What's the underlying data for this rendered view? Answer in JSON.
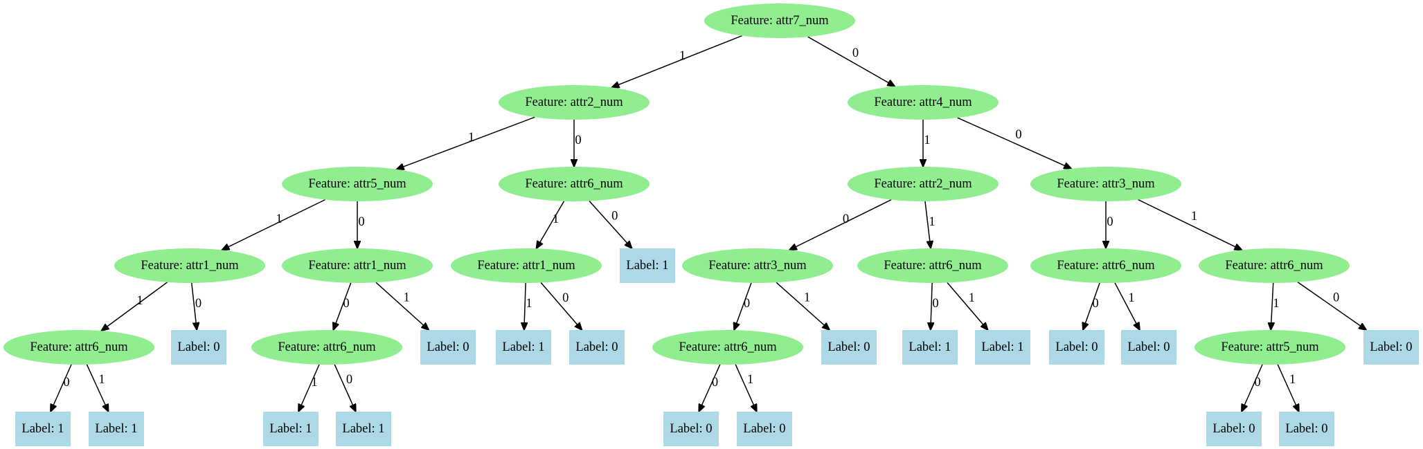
{
  "diagram": {
    "type": "decision-tree",
    "colors": {
      "feature_node": "#90ee90",
      "leaf_node": "#add8e6",
      "edge": "#000000"
    },
    "nodes": [
      {
        "id": "n0",
        "kind": "feature",
        "text": "Feature: attr7_num"
      },
      {
        "id": "n1",
        "kind": "feature",
        "text": "Feature: attr2_num"
      },
      {
        "id": "n2",
        "kind": "feature",
        "text": "Feature: attr4_num"
      },
      {
        "id": "n3",
        "kind": "feature",
        "text": "Feature: attr5_num"
      },
      {
        "id": "n4",
        "kind": "feature",
        "text": "Feature: attr6_num"
      },
      {
        "id": "n5",
        "kind": "feature",
        "text": "Feature: attr2_num"
      },
      {
        "id": "n6",
        "kind": "feature",
        "text": "Feature: attr3_num"
      },
      {
        "id": "n7",
        "kind": "feature",
        "text": "Feature: attr1_num"
      },
      {
        "id": "n8",
        "kind": "feature",
        "text": "Feature: attr1_num"
      },
      {
        "id": "n9",
        "kind": "feature",
        "text": "Feature: attr1_num"
      },
      {
        "id": "n10",
        "kind": "leaf",
        "text": "Label: 1"
      },
      {
        "id": "n11",
        "kind": "feature",
        "text": "Feature: attr3_num"
      },
      {
        "id": "n12",
        "kind": "feature",
        "text": "Feature: attr6_num"
      },
      {
        "id": "n13",
        "kind": "feature",
        "text": "Feature: attr6_num"
      },
      {
        "id": "n14",
        "kind": "feature",
        "text": "Feature: attr6_num"
      },
      {
        "id": "n15",
        "kind": "feature",
        "text": "Feature: attr6_num"
      },
      {
        "id": "n16",
        "kind": "leaf",
        "text": "Label: 0"
      },
      {
        "id": "n17",
        "kind": "feature",
        "text": "Feature: attr6_num"
      },
      {
        "id": "n18",
        "kind": "leaf",
        "text": "Label: 0"
      },
      {
        "id": "n19",
        "kind": "leaf",
        "text": "Label: 1"
      },
      {
        "id": "n20",
        "kind": "leaf",
        "text": "Label: 0"
      },
      {
        "id": "n21",
        "kind": "feature",
        "text": "Feature: attr6_num"
      },
      {
        "id": "n22",
        "kind": "leaf",
        "text": "Label: 0"
      },
      {
        "id": "n23",
        "kind": "leaf",
        "text": "Label: 1"
      },
      {
        "id": "n24",
        "kind": "leaf",
        "text": "Label: 1"
      },
      {
        "id": "n25",
        "kind": "leaf",
        "text": "Label: 0"
      },
      {
        "id": "n26",
        "kind": "leaf",
        "text": "Label: 0"
      },
      {
        "id": "n27",
        "kind": "feature",
        "text": "Feature: attr5_num"
      },
      {
        "id": "n28",
        "kind": "leaf",
        "text": "Label: 0"
      },
      {
        "id": "n29",
        "kind": "leaf",
        "text": "Label: 1"
      },
      {
        "id": "n30",
        "kind": "leaf",
        "text": "Label: 1"
      },
      {
        "id": "n31",
        "kind": "leaf",
        "text": "Label: 1"
      },
      {
        "id": "n32",
        "kind": "leaf",
        "text": "Label: 1"
      },
      {
        "id": "n33",
        "kind": "leaf",
        "text": "Label: 0"
      },
      {
        "id": "n34",
        "kind": "leaf",
        "text": "Label: 0"
      },
      {
        "id": "n35",
        "kind": "leaf",
        "text": "Label: 0"
      },
      {
        "id": "n36",
        "kind": "leaf",
        "text": "Label: 0"
      }
    ],
    "edges": [
      {
        "from": "n0",
        "to": "n1",
        "label": "1"
      },
      {
        "from": "n0",
        "to": "n2",
        "label": "0"
      },
      {
        "from": "n1",
        "to": "n3",
        "label": "1"
      },
      {
        "from": "n1",
        "to": "n4",
        "label": "0"
      },
      {
        "from": "n2",
        "to": "n5",
        "label": "1"
      },
      {
        "from": "n2",
        "to": "n6",
        "label": "0"
      },
      {
        "from": "n3",
        "to": "n7",
        "label": "1"
      },
      {
        "from": "n3",
        "to": "n8",
        "label": "0"
      },
      {
        "from": "n4",
        "to": "n9",
        "label": "1"
      },
      {
        "from": "n4",
        "to": "n10",
        "label": "0"
      },
      {
        "from": "n5",
        "to": "n11",
        "label": "0"
      },
      {
        "from": "n5",
        "to": "n12",
        "label": "1"
      },
      {
        "from": "n6",
        "to": "n13",
        "label": "0"
      },
      {
        "from": "n6",
        "to": "n14",
        "label": "1"
      },
      {
        "from": "n7",
        "to": "n15",
        "label": "1"
      },
      {
        "from": "n7",
        "to": "n16",
        "label": "0"
      },
      {
        "from": "n8",
        "to": "n17",
        "label": "0"
      },
      {
        "from": "n8",
        "to": "n18",
        "label": "1"
      },
      {
        "from": "n9",
        "to": "n19",
        "label": "1"
      },
      {
        "from": "n9",
        "to": "n20",
        "label": "0"
      },
      {
        "from": "n11",
        "to": "n21",
        "label": "0"
      },
      {
        "from": "n11",
        "to": "n22",
        "label": "1"
      },
      {
        "from": "n12",
        "to": "n23",
        "label": "0"
      },
      {
        "from": "n12",
        "to": "n24",
        "label": "1"
      },
      {
        "from": "n13",
        "to": "n25",
        "label": "0"
      },
      {
        "from": "n13",
        "to": "n26",
        "label": "1"
      },
      {
        "from": "n14",
        "to": "n27",
        "label": "1"
      },
      {
        "from": "n14",
        "to": "n28",
        "label": "0"
      },
      {
        "from": "n15",
        "to": "n29",
        "label": "0"
      },
      {
        "from": "n15",
        "to": "n30",
        "label": "1"
      },
      {
        "from": "n17",
        "to": "n31",
        "label": "1"
      },
      {
        "from": "n17",
        "to": "n32",
        "label": "0"
      },
      {
        "from": "n21",
        "to": "n33",
        "label": "0"
      },
      {
        "from": "n21",
        "to": "n34",
        "label": "1"
      },
      {
        "from": "n27",
        "to": "n35",
        "label": "0"
      },
      {
        "from": "n27",
        "to": "n36",
        "label": "1"
      }
    ]
  }
}
